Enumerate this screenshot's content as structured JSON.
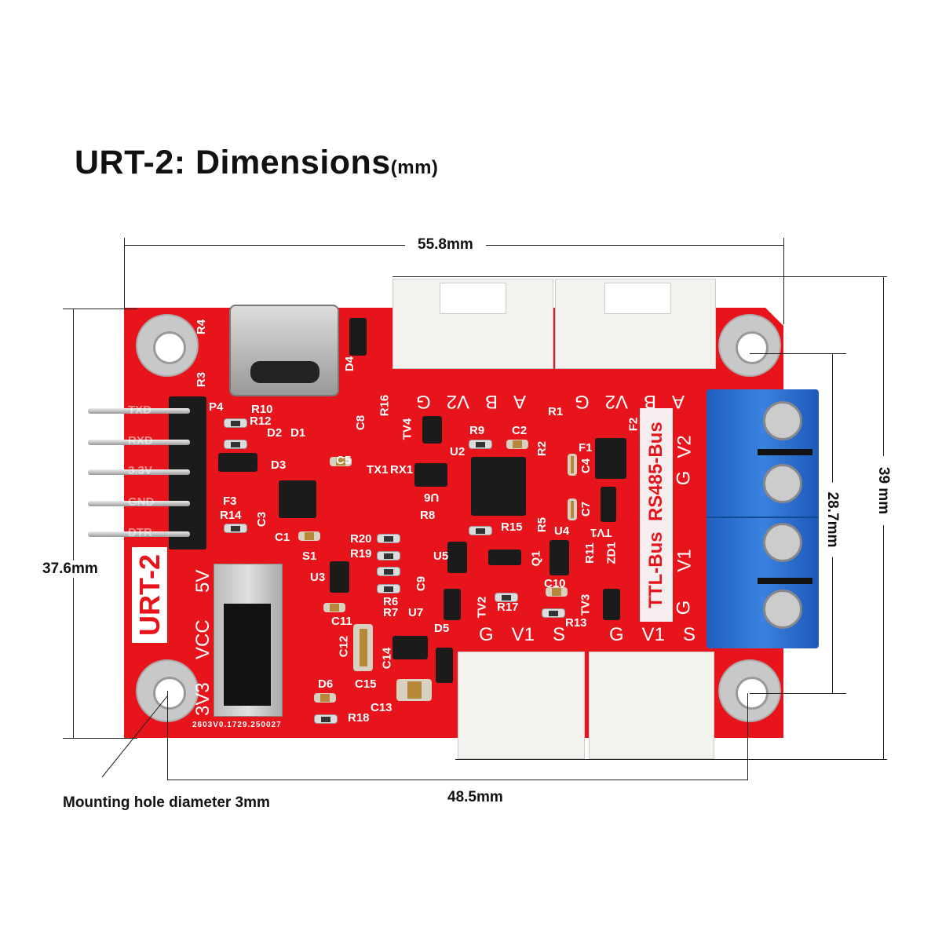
{
  "title": {
    "main": "URT-2: Dimensions",
    "unit": "(mm)"
  },
  "dimensions": {
    "width": "55.8mm",
    "height": "37.6mm",
    "overall_height": "39 mm",
    "hole_spacing_vertical": "28.7mm",
    "hole_spacing_horizontal": "48.5mm",
    "hole_note": "Mounting hole diameter 3mm"
  },
  "board": {
    "name": "URT-2",
    "header_pins": [
      "TXD",
      "RXD",
      "3.3V",
      "GND",
      "DTR"
    ],
    "header_ref": "P4",
    "switch_labels": [
      "5V",
      "VCC",
      "3V3"
    ],
    "serial": "2603V0.1729.250027",
    "top_left_connector_pins": [
      "G",
      "V2",
      "B",
      "A"
    ],
    "top_right_connector_pins": [
      "G",
      "V2",
      "B",
      "A"
    ],
    "bus_labels": [
      "TTL-Bus",
      "RS485-Bus"
    ],
    "terminal_labels": [
      "V2",
      "G",
      "V1",
      "G"
    ],
    "bottom_left_connector_pins": [
      "G",
      "V1",
      "S"
    ],
    "bottom_right_connector_pins": [
      "G",
      "V1",
      "S"
    ],
    "refs": [
      "R4",
      "R3",
      "R10",
      "R12",
      "D2",
      "D1",
      "D3",
      "C5",
      "F3",
      "R14",
      "C3",
      "C1",
      "S1",
      "U3",
      "C11",
      "C12",
      "C14",
      "C15",
      "C13",
      "D6",
      "R18",
      "R16",
      "C8",
      "D4",
      "TX1",
      "RX1",
      "R20",
      "R19",
      "R6",
      "R7",
      "U7",
      "D5",
      "TV4",
      "U2",
      "R9",
      "C2",
      "R1",
      "R2",
      "F1",
      "F2",
      "C4",
      "C7",
      "R8",
      "R5",
      "R15",
      "U6",
      "U5",
      "Q1",
      "U4",
      "TV1",
      "R11",
      "ZD1",
      "C9",
      "TV2",
      "R17",
      "C10",
      "TV3",
      "R13"
    ]
  }
}
